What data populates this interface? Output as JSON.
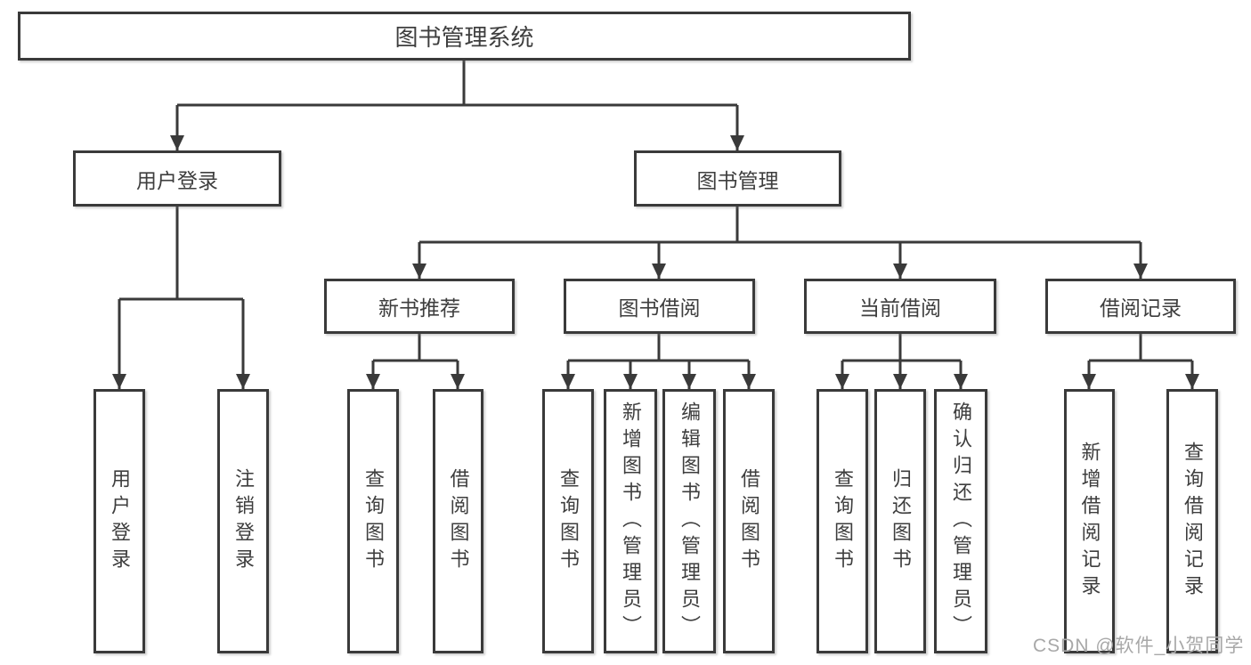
{
  "title": {
    "label": "图书管理系统"
  },
  "branches": {
    "user_login": {
      "label": "用户登录",
      "children": [
        {
          "label": "用户登录"
        },
        {
          "label": "注销登录"
        }
      ]
    },
    "book_management": {
      "label": "图书管理"
    }
  },
  "modules": [
    {
      "label": "新书推荐",
      "children": [
        {
          "label": "查询图书"
        },
        {
          "label": "借阅图书"
        }
      ]
    },
    {
      "label": "图书借阅",
      "children": [
        {
          "label": "查询图书"
        },
        {
          "label": "新增图书（管理员）"
        },
        {
          "label": "编辑图书（管理员）"
        },
        {
          "label": "借阅图书"
        }
      ]
    },
    {
      "label": "当前借阅",
      "children": [
        {
          "label": "查询图书"
        },
        {
          "label": "归还图书"
        },
        {
          "label": "确认归还（管理员）"
        }
      ]
    },
    {
      "label": "借阅记录",
      "children": [
        {
          "label": "新增借阅记录"
        },
        {
          "label": "查询借阅记录"
        }
      ]
    }
  ],
  "watermark": {
    "text": "CSDN @软件_小贺同学"
  },
  "colors": {
    "line": "#3a3a3a",
    "text": "#3e3e3e",
    "box_fill": "#ffffff",
    "background": "#ffffff",
    "watermark": "#a8a8a8"
  }
}
